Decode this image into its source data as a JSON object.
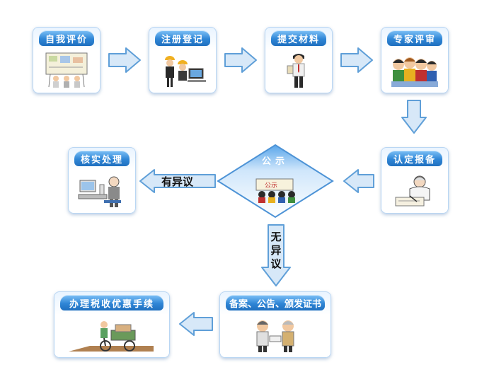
{
  "steps": {
    "self_assessment": "自我评价",
    "registration": "注册登记",
    "submit_materials": "提交材料",
    "expert_review": "专家评审",
    "recognition_report": "认定报备",
    "publicity": "公示",
    "verify_handle": "核实处理",
    "record_announce_certify": "备案、公告、颁发证书",
    "tax_incentive": "办理税收优惠手续"
  },
  "arrow_labels": {
    "objection": "有异议",
    "no_objection": [
      "无",
      "异",
      "议"
    ]
  },
  "colors": {
    "header_blue": "#2f86d6",
    "arrow_fill": "#d7e8f8",
    "arrow_stroke": "#5f9fd8"
  }
}
